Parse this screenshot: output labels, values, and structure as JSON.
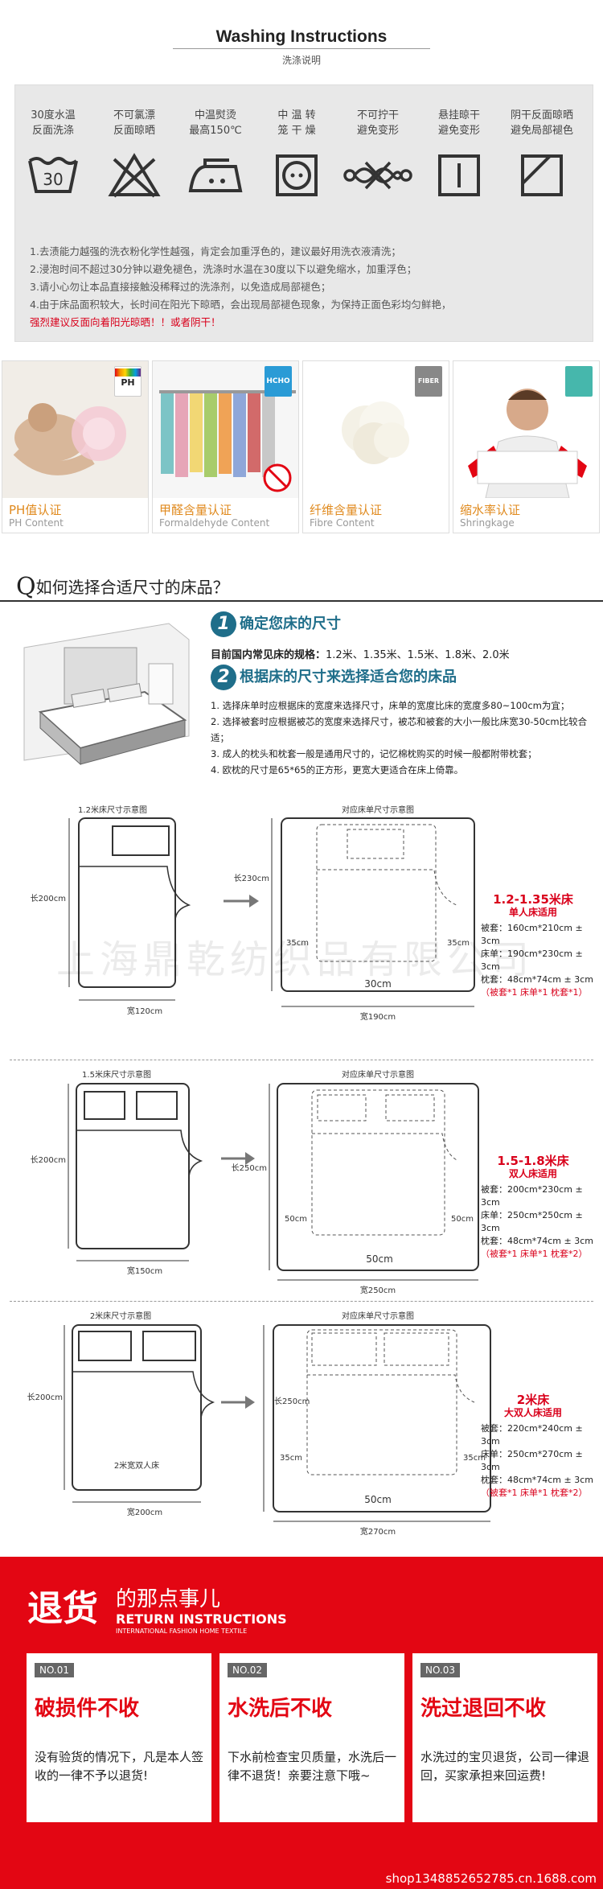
{
  "wash": {
    "title_en": "Washing Instructions",
    "title_cn": "洗涤说明",
    "symbols": [
      {
        "l1": "30度水温",
        "l2": "反面洗涤",
        "icon": "wash-30-icon",
        "text": "30"
      },
      {
        "l1": "不可氯漂",
        "l2": "反面晾晒",
        "icon": "no-bleach-icon"
      },
      {
        "l1": "中温熨烫",
        "l2": "最高150℃",
        "icon": "iron-icon"
      },
      {
        "l1": "中 温 转",
        "l2": "笼 干 燥",
        "icon": "tumble-dry-icon"
      },
      {
        "l1": "不可拧干",
        "l2": "避免变形",
        "icon": "no-wring-icon"
      },
      {
        "l1": "悬挂晾干",
        "l2": "避免变形",
        "icon": "hang-dry-icon"
      },
      {
        "l1": "阴干反面晾晒",
        "l2": "避免局部褪色",
        "icon": "shade-dry-icon"
      }
    ],
    "notes": [
      "1.去渍能力越强的洗衣粉化学性越强，肯定会加重浮色的，建议最好用洗衣液清洗；",
      "2.浸泡时间不超过30分钟以避免褪色，洗涤时水温在30度以下以避免缩水，加重浮色；",
      "3.请小心勿让本品直接接触没稀释过的洗涤剂，以免造成局部褪色；",
      "4.由于床品面积较大，长时间在阳光下晾晒，会出现局部褪色现象，为保持正面色彩均匀鲜艳，"
    ],
    "warning": "强烈建议反面向着阳光晾晒！！或者阴干！"
  },
  "certs": [
    {
      "cn": "PH值认证",
      "en": "PH Content",
      "badge": "PH",
      "icon": "ph-badge-icon"
    },
    {
      "cn": "甲醛含量认证",
      "en": "Formaldehyde Content",
      "badge": "HCHO",
      "icon": "hcho-badge-icon"
    },
    {
      "cn": "纤维含量认证",
      "en": "Fibre Content",
      "badge": "FIBER",
      "icon": "fiber-badge-icon"
    },
    {
      "cn": "缩水率认证",
      "en": "Shringkage",
      "badge": "",
      "icon": "shrinkage-badge-icon"
    }
  ],
  "size": {
    "q_letter": "Q",
    "question": "如何选择合适尺寸的床品？",
    "step1": "确定您床的尺寸",
    "spec_label": "目前国内常见床的规格：",
    "spec_values": "1.2米、1.35米、1.5米、1.8米、2.0米",
    "step2": "根据床的尺寸来选择适合您的床品",
    "rules": [
      "1. 选择床单时应根据床的宽度来选择尺寸，床单的宽度比床的宽度多80~100cm为宜；",
      "2. 选择被套时应根据被芯的宽度来选择尺寸，被芯和被套的大小一般比床宽30-50cm比较合适；",
      "3. 成人的枕头和枕套一般是通用尺寸的，记忆棉枕购买的时候一般都附带枕套；",
      "4. 欧枕的尺寸是65*65的正方形，更宽大更适合在床上倚靠。"
    ],
    "watermark": "上海鼎乾纺织品有限公司"
  },
  "diagrams": [
    {
      "bed_title": "1.2米床尺寸示意图",
      "sheet_title": "对应床单尺寸示意图",
      "bed_len": "长200cm",
      "bed_width": "宽120cm",
      "sheet_len": "长230cm",
      "sheet_width": "宽190cm",
      "side": "35cm",
      "drop": "30cm",
      "bed_label": "",
      "info_title": "1.2-1.35米床",
      "info_sub": "单人床适用",
      "info_lines": [
        "被套：160cm*210cm ± 3cm",
        "床单：190cm*230cm ± 3cm",
        "枕套：48cm*74cm ± 3cm"
      ],
      "info_note": "（被套*1 床单*1 枕套*1）"
    },
    {
      "bed_title": "1.5米床尺寸示意图",
      "sheet_title": "对应床单尺寸示意图",
      "bed_len": "长200cm",
      "bed_width": "宽150cm",
      "sheet_len": "长250cm",
      "sheet_width": "宽250cm",
      "side": "50cm",
      "drop": "50cm",
      "bed_label": "",
      "info_title": "1.5-1.8米床",
      "info_sub": "双人床适用",
      "info_lines": [
        "被套：200cm*230cm ± 3cm",
        "床单：250cm*250cm ± 3cm",
        "枕套：48cm*74cm ± 3cm"
      ],
      "info_note": "（被套*1 床单*1 枕套*2）"
    },
    {
      "bed_title": "2米床尺寸示意图",
      "sheet_title": "对应床单尺寸示意图",
      "bed_len": "长200cm",
      "bed_width": "宽200cm",
      "sheet_len": "长250cm",
      "sheet_width": "宽270cm",
      "side": "35cm",
      "drop": "50cm",
      "bed_label": "2米宽双人床",
      "info_title": "2米床",
      "info_sub": "大双人床适用",
      "info_lines": [
        "被套：220cm*240cm ± 3cm",
        "床单：250cm*270cm ± 3cm",
        "枕套：48cm*74cm ± 3cm"
      ],
      "info_note": "（被套*1 床单*1 枕套*2）"
    }
  ],
  "returns": {
    "title_big": "退货",
    "title_small": "的那点事儿",
    "title_en": "RETURN INSTRUCTIONS",
    "title_en2": "INTERNATIONAL FASHION HOME TEXTILE",
    "cards": [
      {
        "no": "NO.01",
        "head": "破损件不收",
        "body": "没有验货的情况下，凡是本人签收的一律不予以退货!"
      },
      {
        "no": "NO.02",
        "head": "水洗后不收",
        "body": "下水前检查宝贝质量，水洗后一律不退货！亲要注意下哦~"
      },
      {
        "no": "NO.03",
        "head": "洗过退回不收",
        "body": "水洗过的宝贝退货，公司一律退回，买家承担来回运费!"
      }
    ],
    "footer": "shop1348852652785.cn.1688.com"
  },
  "colors": {
    "accent_red": "#e30613",
    "step_blue": "#1f6e8a",
    "cert_orange": "#e08a1e"
  }
}
